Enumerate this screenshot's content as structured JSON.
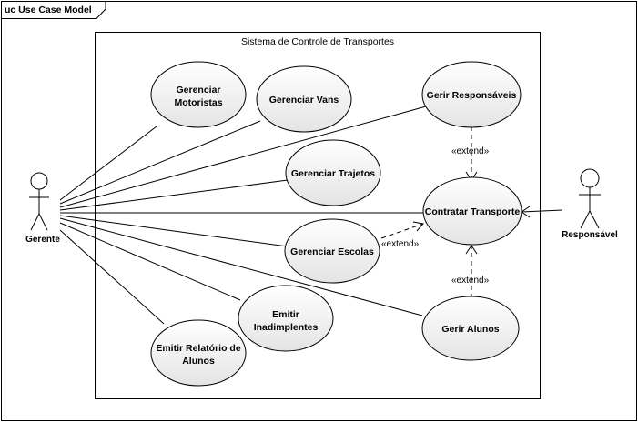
{
  "frame": {
    "title": "uc Use Case Model"
  },
  "system": {
    "title": "Sistema de Controle de Transportes"
  },
  "actors": {
    "gerente": "Gerente",
    "responsavel": "Responsável"
  },
  "use_cases": {
    "gerenciar_motoristas": [
      "Gerenciar",
      "Motoristas"
    ],
    "gerenciar_vans": [
      "Gerenciar Vans"
    ],
    "gerir_responsaveis": [
      "Gerir Responsáveis"
    ],
    "gerenciar_trajetos": [
      "Gerenciar Trajetos"
    ],
    "contratar_transporte": [
      "Contratar Transporte"
    ],
    "gerenciar_escolas": [
      "Gerenciar Escolas"
    ],
    "emitir_inadimplentes": [
      "Emitir",
      "Inadimplentes"
    ],
    "gerir_alunos": [
      "Gerir Alunos"
    ],
    "emitir_relatorio": [
      "Emitir Relatório de",
      "Alunos"
    ]
  },
  "relations": {
    "extend_label_top": "«extend»",
    "extend_label_escolas": "«extend»",
    "extend_label_bottom": "«extend»"
  },
  "colors": {
    "stroke": "#000000",
    "ellipse_fill_top": "#ffffff",
    "ellipse_fill_bottom": "#e6e6e6"
  }
}
